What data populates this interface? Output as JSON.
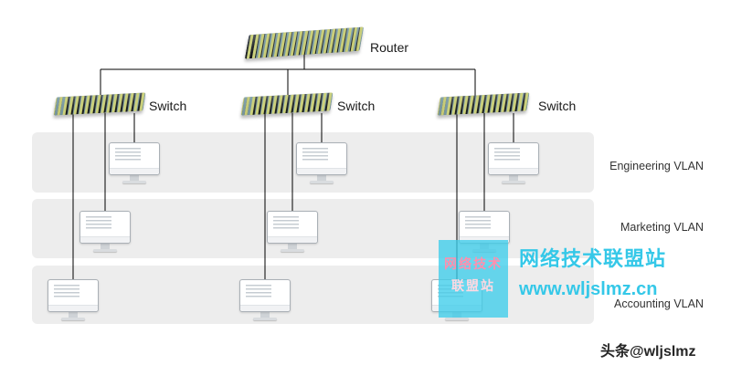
{
  "diagram": {
    "router": {
      "label": "Router"
    },
    "switches": [
      {
        "label": "Switch"
      },
      {
        "label": "Switch"
      },
      {
        "label": "Switch"
      }
    ],
    "vlans": [
      {
        "label": "Engineering VLAN"
      },
      {
        "label": "Marketing VLAN"
      },
      {
        "label": "Accounting VLAN"
      }
    ]
  },
  "watermark": {
    "box_line1": "网络技术",
    "box_line2": "联盟站",
    "site_name": "网络技术联盟站",
    "site_url": "www.wljslmz.cn",
    "byline": "头条@wljslmz"
  },
  "colors": {
    "band": "#ededed",
    "wire": "#000000",
    "watermark_accent": "#35c8e8"
  }
}
